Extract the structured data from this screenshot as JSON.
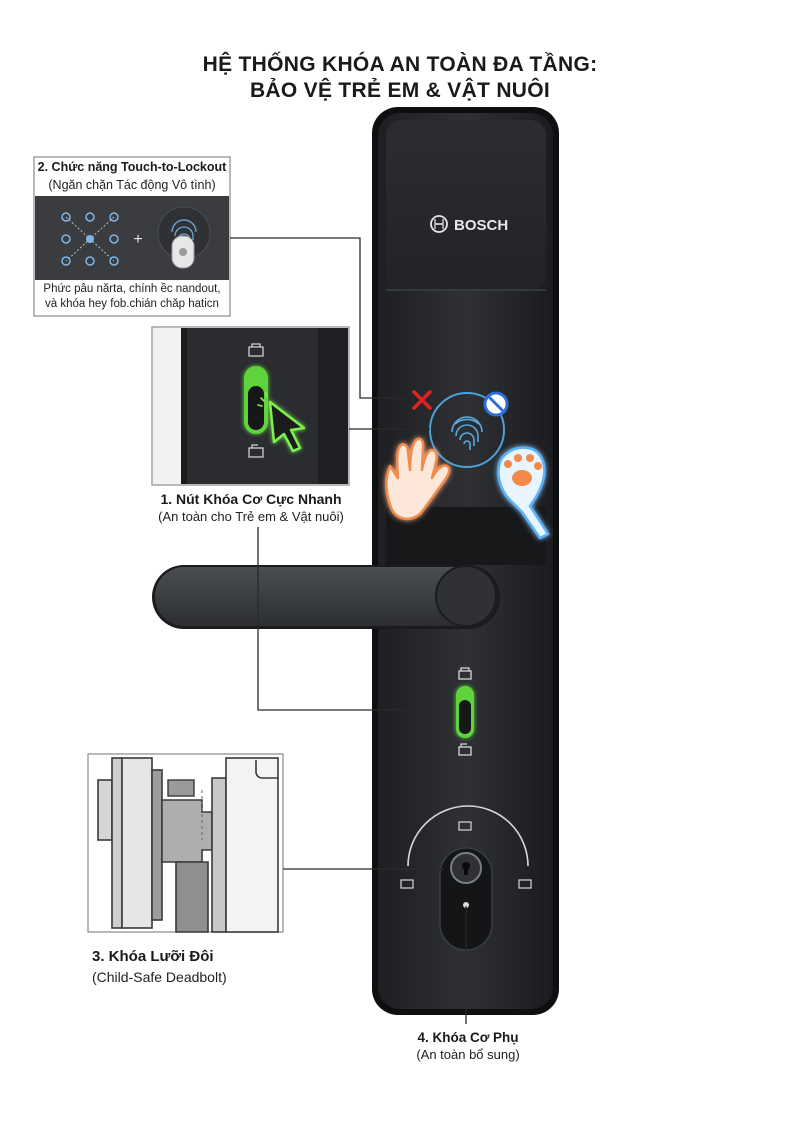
{
  "title": {
    "line1": "HỆ THỐNG KHÓA AN TOÀN ĐA TẦNG:",
    "line2": "BẢO VỆ TRẺ EM & VẬT NUÔI"
  },
  "brand": {
    "name": "BOSCH"
  },
  "callouts": {
    "touch_lockout": {
      "title": "2. Chức năng Touch-to-Lockout",
      "subtitle": "(Ngăn chặn Tác động Vô tình)",
      "plus": "+",
      "desc_line1": "Phức pâu nărta, chính ềc nandout,",
      "desc_line2": "và khóa hey fob.chián chăp haticn"
    },
    "quick_lock": {
      "title": "1. Nút Khóa Cơ Cực Nhanh",
      "subtitle": "(An toàn cho Trẻ em & Vật nuôi)"
    },
    "deadbolt": {
      "title": "3. Khóa Lưỡi Đôi",
      "subtitle": "(Child-Safe Deadbolt)"
    },
    "aux_lock": {
      "title": "4. Khóa Cơ Phụ",
      "subtitle": "(An toàn bổ sung)"
    }
  },
  "colors": {
    "lock_body": "#2a2c2f",
    "lock_frame": "#101112",
    "accent_green": "#5fd33a",
    "deny_red": "#e02424",
    "block_blue": "#2f6fd8",
    "hand_glow": "#f28a4a",
    "paw_glow": "#58b4ff"
  },
  "icons": {
    "deny": "x-mark-icon",
    "blocked": "no-entry-icon",
    "fingerprint": "fingerprint-icon",
    "keypad": "keypad-pattern-icon",
    "key_fob": "key-fob-icon",
    "hand": "hand-icon",
    "paw": "paw-icon",
    "cursor": "cursor-icon",
    "lock_closed": "lock-closed-icon",
    "lock_open": "lock-open-icon",
    "keyhole": "keyhole-icon"
  }
}
